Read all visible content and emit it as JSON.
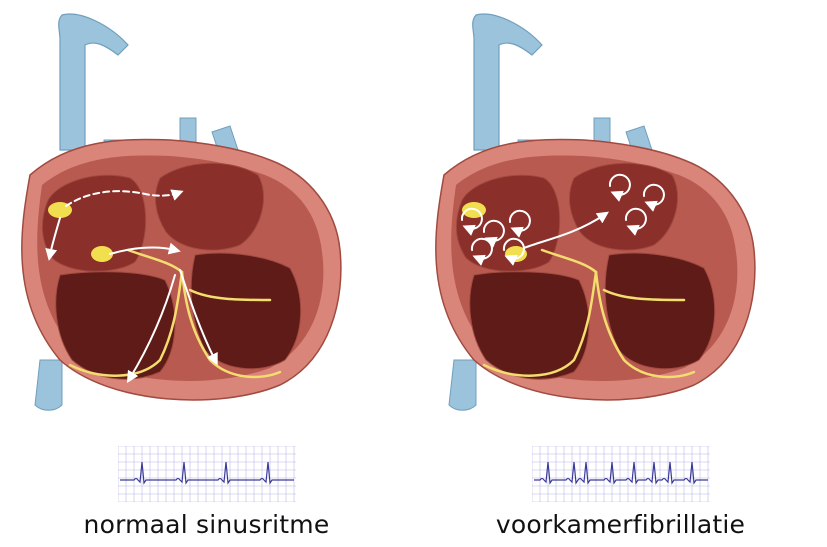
{
  "panels": [
    {
      "caption": "normaal sinusritme",
      "rhythm": "regular"
    },
    {
      "caption": "voorkamerfibrillatie",
      "rhythm": "irregular"
    }
  ],
  "colors": {
    "vessel": "#9cc3dc",
    "vessel_dark": "#6f9fbd",
    "heart_outer": "#d9857a",
    "heart_muscle": "#b95a50",
    "chamber": "#8a2f2a",
    "chamber_dark": "#5e1b18",
    "conduction": "#f3dd6e",
    "node": "#f2df4f",
    "ecg_grid": "#b8b8e6",
    "ecg_line": "#3a3a9a"
  },
  "icons": [
    "heart-illustration",
    "ecg-strip",
    "sinus-node",
    "av-node",
    "impulse-arrow"
  ]
}
